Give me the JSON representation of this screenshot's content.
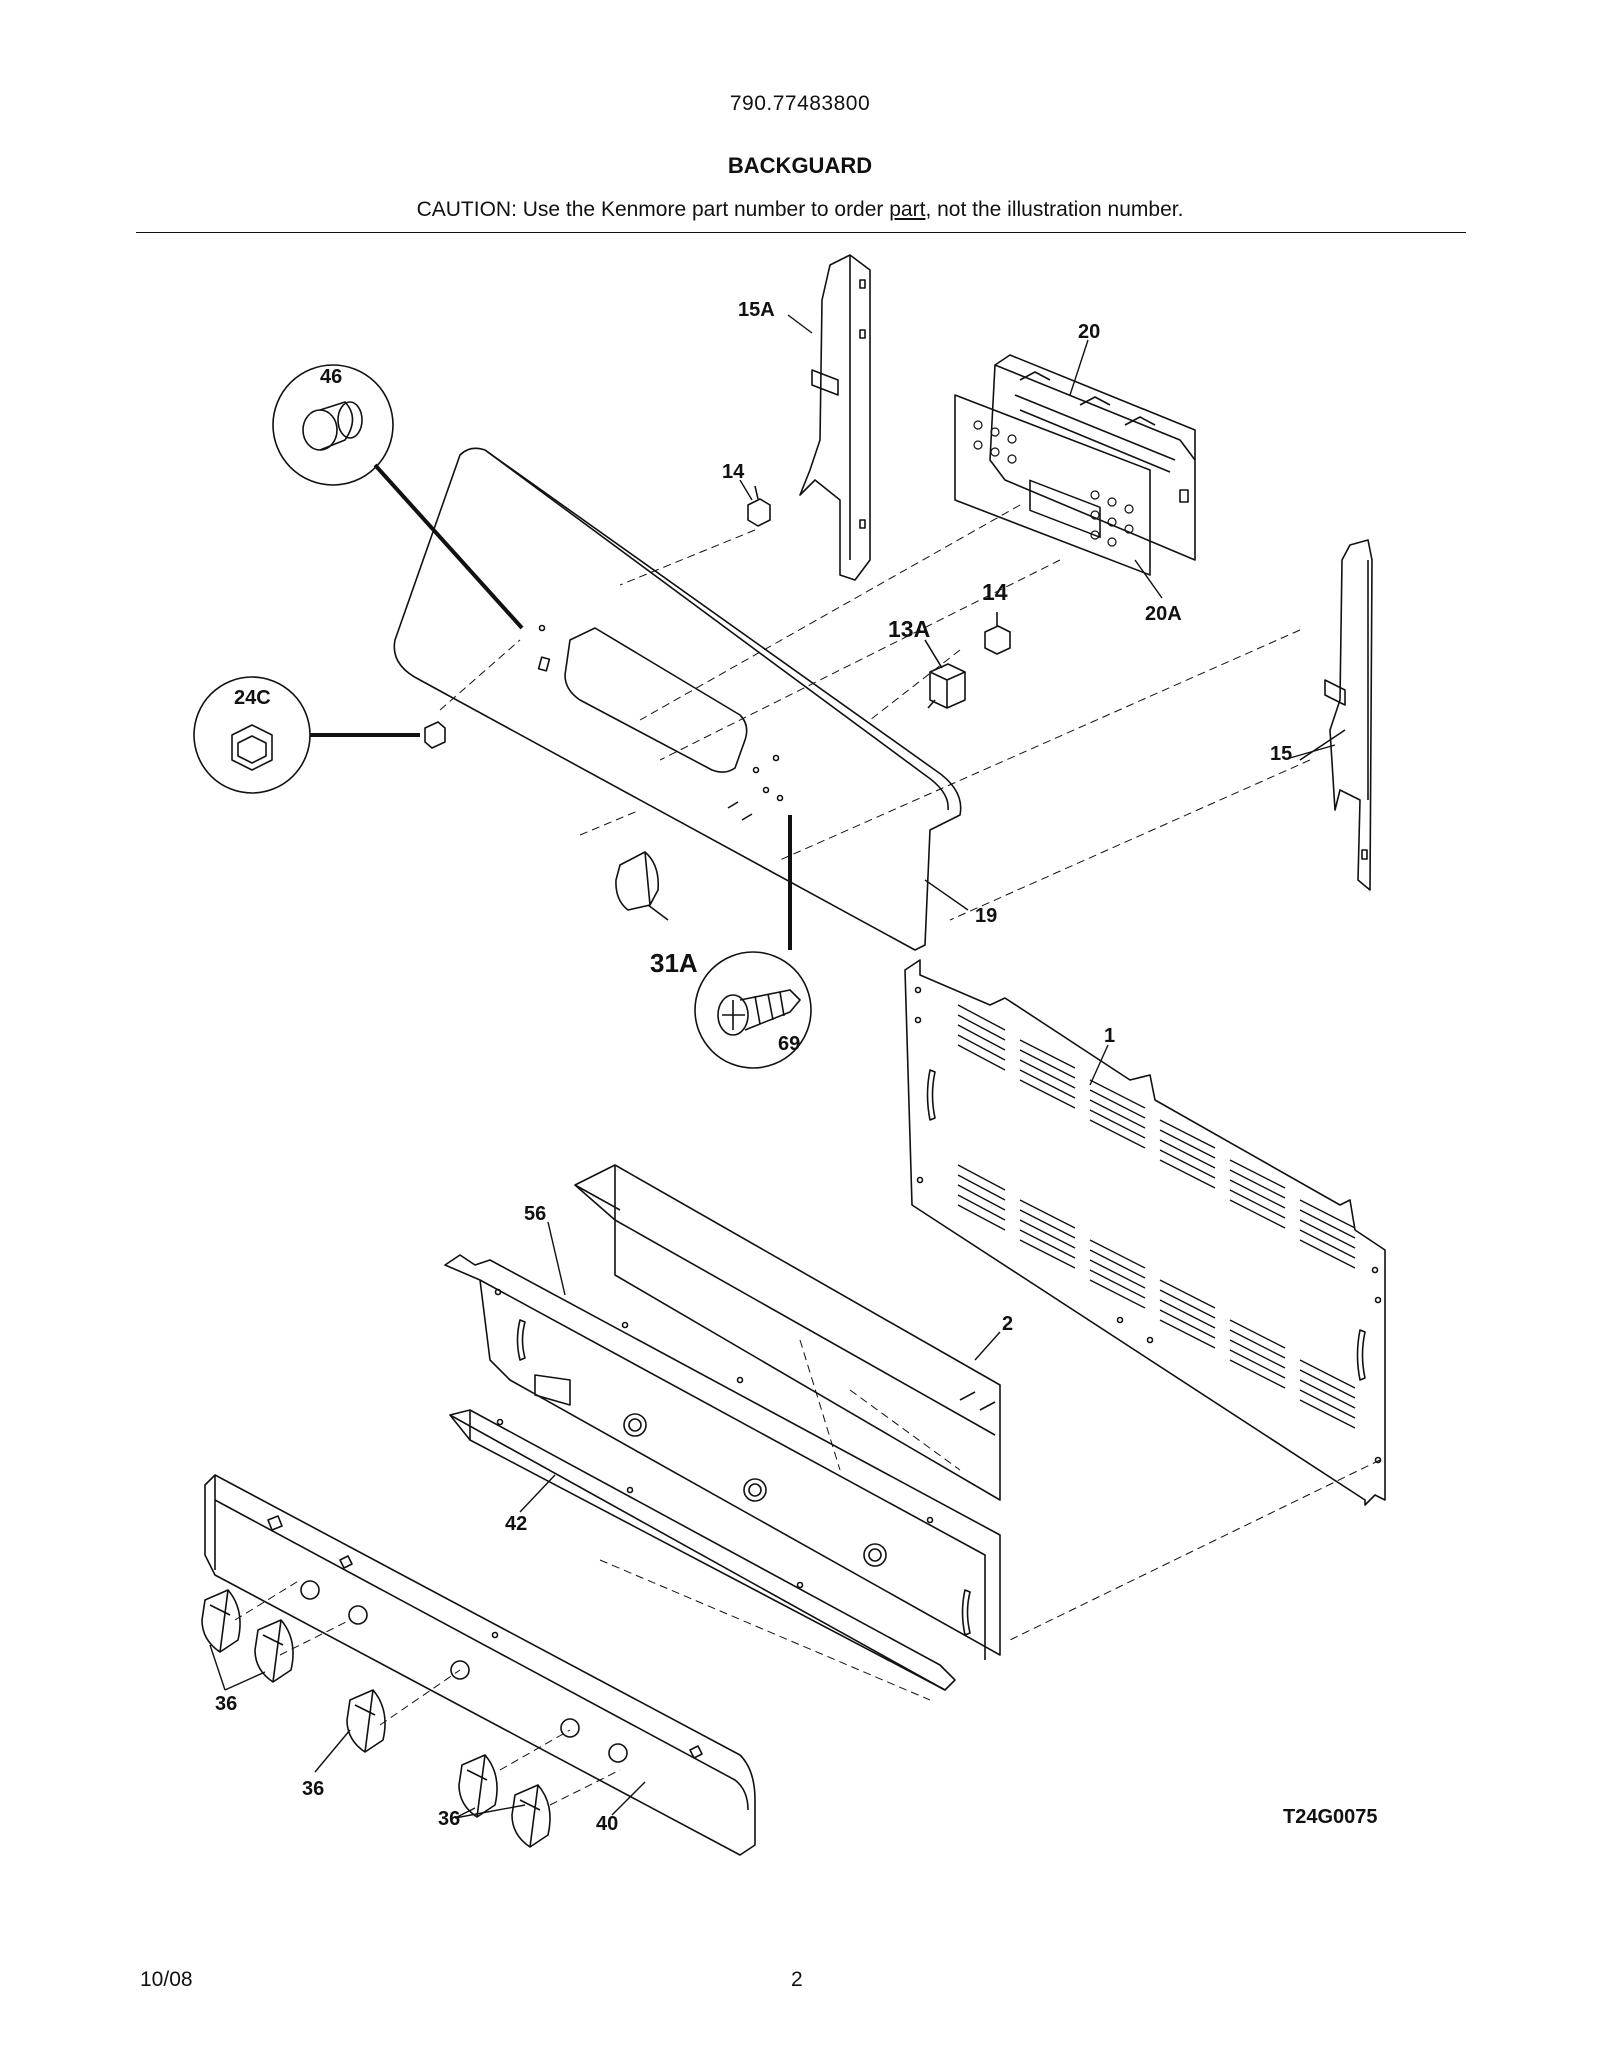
{
  "header": {
    "model_number": "790.77483800",
    "title": "BACKGUARD",
    "caution_prefix": "CAUTION: Use the Kenmore part number to order ",
    "caution_link": "part",
    "caution_suffix": ", not the illustration number."
  },
  "callouts": {
    "c15A": "15A",
    "c20": "20",
    "c46": "46",
    "c14a": "14",
    "c14b": "14",
    "c13A": "13A",
    "c20A": "20A",
    "c24C": "24C",
    "c15": "15",
    "c19": "19",
    "c31A": "31A",
    "c69": "69",
    "c1": "1",
    "c56": "56",
    "c2": "2",
    "c42": "42",
    "c36a": "36",
    "c36b": "36",
    "c36c": "36",
    "c40": "40"
  },
  "drawing_id": "T24G0075",
  "footer": {
    "date": "10/08",
    "page": "2"
  }
}
